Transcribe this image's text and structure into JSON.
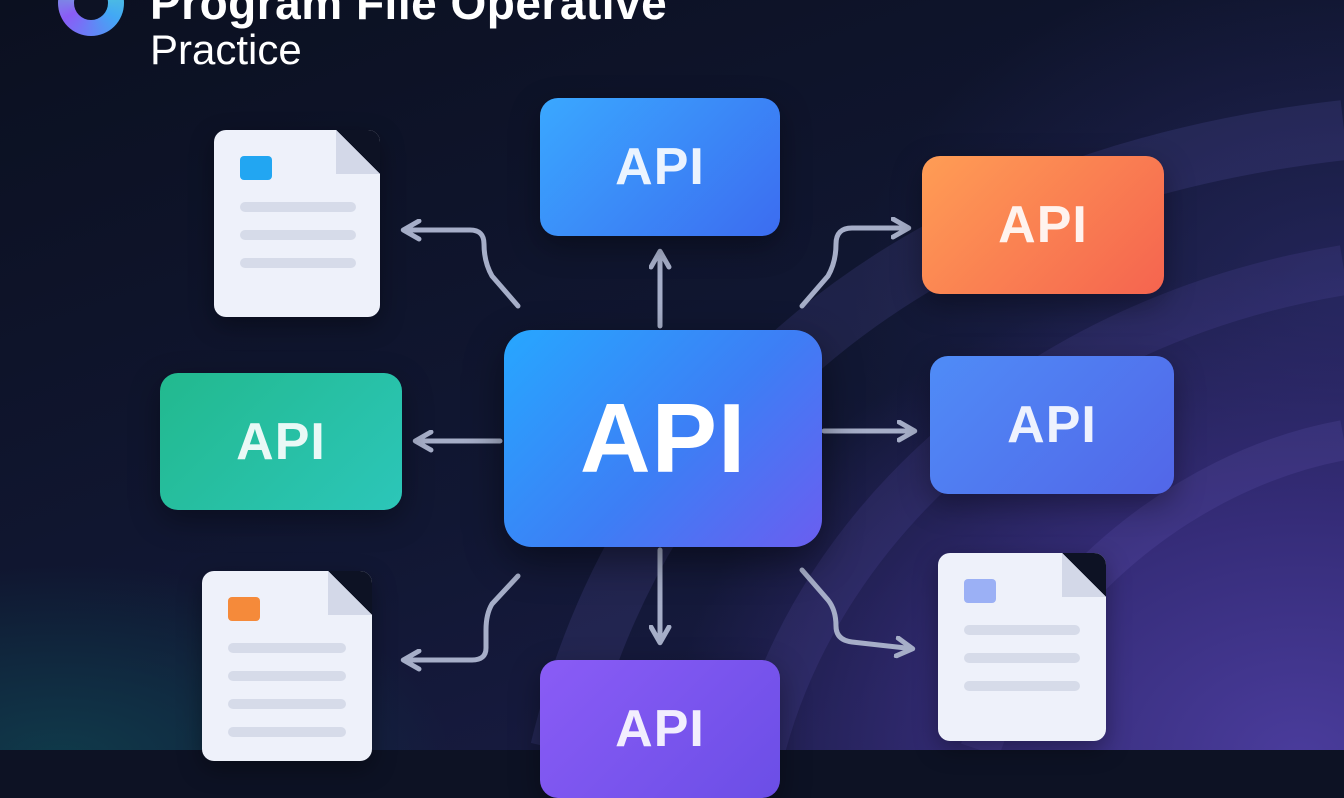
{
  "header": {
    "title": "Program File Operative",
    "subtitle": "Practice"
  },
  "diagram": {
    "center_label": "API",
    "nodes": [
      {
        "id": "top",
        "label": "API",
        "color": "#3aa8ff"
      },
      {
        "id": "top-right",
        "label": "API",
        "color": "#ff9d55"
      },
      {
        "id": "left",
        "label": "API",
        "color": "#22b98e"
      },
      {
        "id": "right",
        "label": "API",
        "color": "#4f8cf7"
      },
      {
        "id": "bottom",
        "label": "API",
        "color": "#8a5cf6"
      }
    ],
    "documents": [
      {
        "id": "top-left",
        "chip_color": "#22a6f2"
      },
      {
        "id": "bottom-left",
        "chip_color": "#f58a3a"
      },
      {
        "id": "bottom-right",
        "chip_color": "#9bb0f5"
      }
    ],
    "arrow_color": "#a6aec8"
  }
}
